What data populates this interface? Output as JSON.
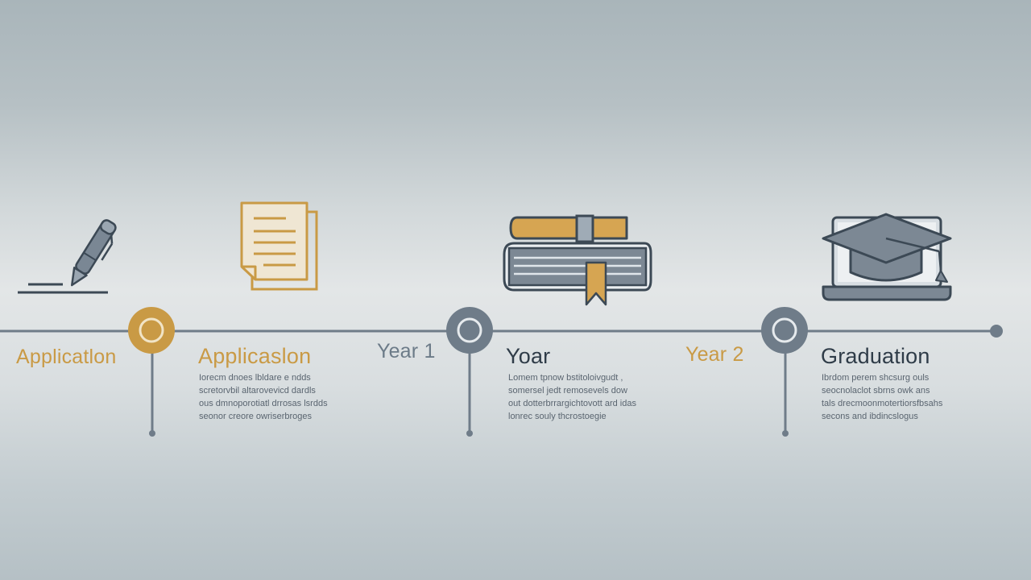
{
  "colors": {
    "gold": "#c99a45",
    "slate": "#6c7b88",
    "line": "#6f7c89",
    "dark_text": "#2f3c48"
  },
  "icons": {
    "pen": "pen-icon",
    "document": "document-icon",
    "books": "books-icon",
    "graduation": "graduation-cap-laptop-icon"
  },
  "labels": {
    "application_left": "Applicatlon",
    "application_main": "Applicaslon",
    "year1_top": "Year 1",
    "year1_main": "Yoar",
    "year2_top": "Year 2",
    "graduation": "Graduation"
  },
  "descriptions": {
    "application": [
      "Iorecm dnoes lbldare e ndds",
      "scretorvbil altarovevicd dardls",
      "ous dmnoporotiatl drrosas lsrdds",
      "seonor creore owriserbroges"
    ],
    "year1": [
      "Lomem tpnow bstitoloivgudt ,",
      "somersel jedt remosevels dow",
      "out dotterbrrargichtovott ard idas",
      "lonrec souly thcrostoegie"
    ],
    "graduation": [
      "Ibrdom perem shcsurg ouls",
      "seocnolaclot sbrns owk ans",
      "tals drecmoonmotertiorsfbsahs",
      "secons and ibdincslogus"
    ]
  }
}
